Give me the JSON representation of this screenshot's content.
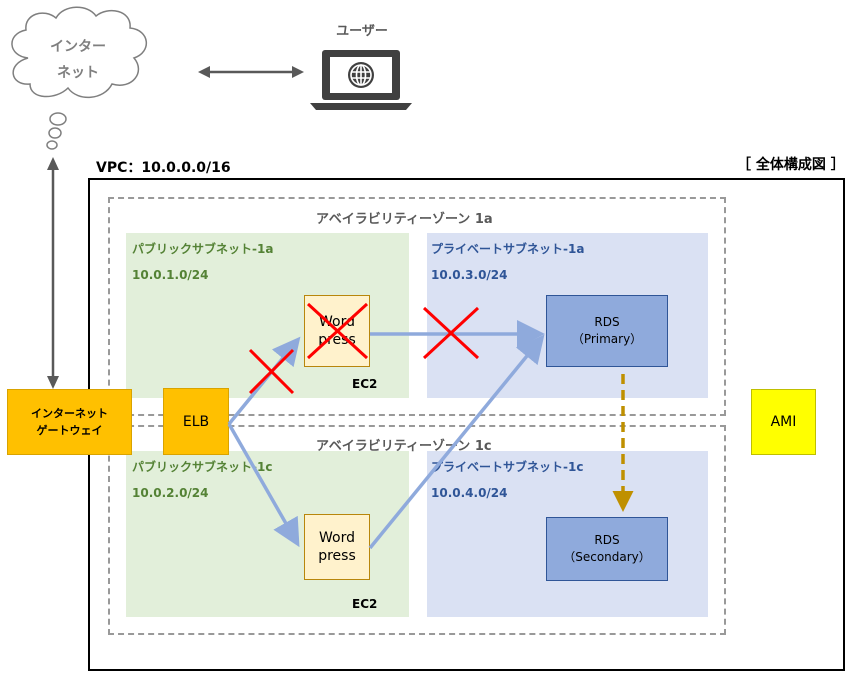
{
  "internet": {
    "label_line1": "インター",
    "label_line2": "ネット"
  },
  "user": {
    "label": "ユーザー"
  },
  "vpc": {
    "label": "VPC：10.0.0.0/16"
  },
  "diagram_title": "［ 全体構成図 ］",
  "az_1a": {
    "label": "アベイラビリティーゾーン 1a"
  },
  "az_1c": {
    "label": "アベイラビリティーゾーン 1c"
  },
  "public_subnet_1a": {
    "label": "パブリックサブネット-1a",
    "cidr": "10.0.1.0/24"
  },
  "private_subnet_1a": {
    "label": "プライベートサブネット-1a",
    "cidr": "10.0.3.0/24"
  },
  "public_subnet_1c": {
    "label": "パブリックサブネット-1c",
    "cidr": "10.0.2.0/24"
  },
  "private_subnet_1c": {
    "label": "プライベートサブネット-1c",
    "cidr": "10.0.4.0/24"
  },
  "wordpress_1a": {
    "line1": "Word",
    "line2": "press",
    "ec2_label": "EC2"
  },
  "wordpress_1c": {
    "line1": "Word",
    "line2": "press",
    "ec2_label": "EC2"
  },
  "rds_primary": {
    "line1": "RDS",
    "line2": "（Primary）"
  },
  "rds_secondary": {
    "line1": "RDS",
    "line2": "（Secondary）"
  },
  "igw": {
    "line1": "インターネット",
    "line2": "ゲートウェイ"
  },
  "elb": {
    "label": "ELB"
  },
  "ami": {
    "label": "AMI"
  },
  "colors": {
    "public_subnet": "#e2efda",
    "private_subnet": "#dae1f3",
    "arrow": "#8faadc",
    "failure_x": "#ff0000",
    "replication": "#bf9000",
    "gateway": "#ffc000",
    "ami": "#ffff00"
  }
}
